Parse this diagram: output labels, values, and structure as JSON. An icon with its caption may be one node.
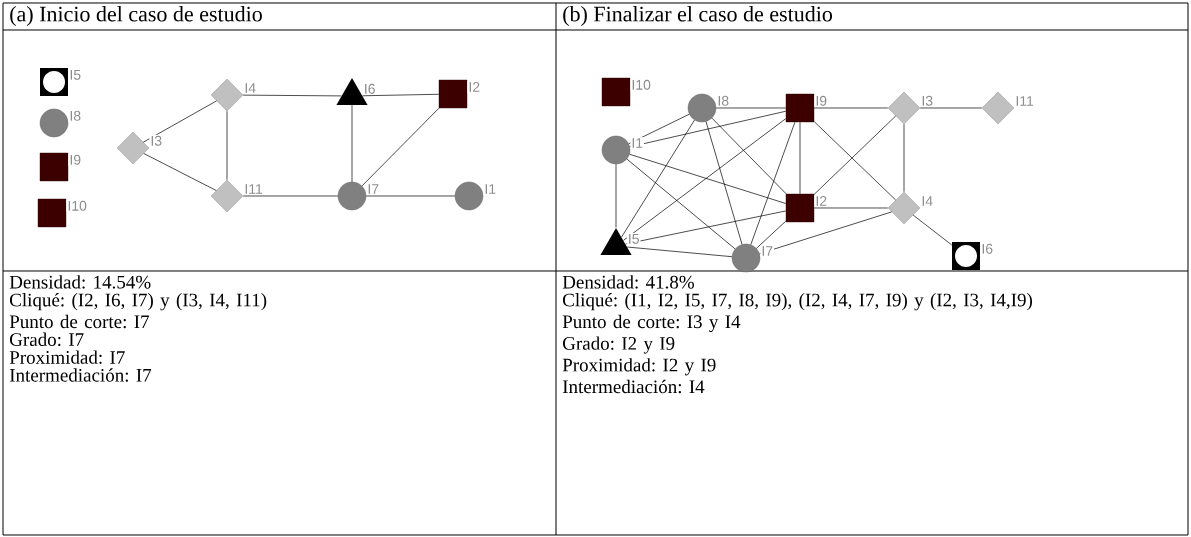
{
  "diagram": {
    "nodes": [
      {
        "text": [],
        "shape": "ring",
        "beside": [
          "I5"
        ]
      },
      {
        "text": [],
        "shape": "circle",
        "beside": [
          "I8"
        ]
      },
      {
        "text": [],
        "shape": "square",
        "beside": [
          "I9"
        ]
      },
      {
        "text": [],
        "shape": "square",
        "beside": [
          "I10"
        ]
      },
      {
        "text": [],
        "shape": "diamond",
        "beside": [
          "I3"
        ]
      },
      {
        "text": [],
        "shape": "diamond",
        "beside": [
          "I4"
        ]
      },
      {
        "text": [],
        "shape": "diamond",
        "beside": [
          "I11"
        ]
      },
      {
        "text": [],
        "shape": "triangle",
        "beside": [
          "I6"
        ]
      },
      {
        "text": [],
        "shape": "square",
        "beside": [
          "I2"
        ]
      },
      {
        "text": [],
        "shape": "circle",
        "beside": [
          "I7"
        ]
      },
      {
        "text": [],
        "shape": "circle",
        "beside": [
          "I1"
        ]
      },
      {
        "text": [],
        "shape": "square",
        "beside": [
          "I10"
        ]
      },
      {
        "text": [],
        "shape": "circle",
        "beside": [
          "I8"
        ]
      },
      {
        "text": [],
        "shape": "square",
        "beside": [
          "I9"
        ]
      },
      {
        "text": [],
        "shape": "diamond",
        "beside": [
          "I3"
        ]
      },
      {
        "text": [],
        "shape": "diamond",
        "beside": [
          "I11"
        ]
      },
      {
        "text": [],
        "shape": "circle",
        "beside": [
          "I1"
        ]
      },
      {
        "text": [],
        "shape": "square",
        "beside": [
          "I2"
        ]
      },
      {
        "text": [],
        "shape": "diamond",
        "beside": [
          "I4"
        ]
      },
      {
        "text": [],
        "shape": "triangle",
        "beside": [
          "I5"
        ]
      },
      {
        "text": [],
        "shape": "circle",
        "beside": [
          "I7"
        ]
      },
      {
        "text": [],
        "shape": "ring",
        "beside": [
          "I6"
        ]
      }
    ],
    "edges": [
      {
        "from": 4,
        "to": 5,
        "arrow": "none"
      },
      {
        "from": 4,
        "to": 6,
        "arrow": "none"
      },
      {
        "from": 5,
        "to": 6,
        "arrow": "none"
      },
      {
        "from": 5,
        "to": 7,
        "arrow": "none"
      },
      {
        "from": 7,
        "to": 8,
        "arrow": "none"
      },
      {
        "from": 7,
        "to": 9,
        "arrow": "none"
      },
      {
        "from": 8,
        "to": 9,
        "arrow": "none"
      },
      {
        "from": 6,
        "to": 9,
        "arrow": "none"
      },
      {
        "from": 9,
        "to": 10,
        "arrow": "none"
      },
      {
        "from": 16,
        "to": 17,
        "arrow": "none"
      },
      {
        "from": 16,
        "to": 19,
        "arrow": "none"
      },
      {
        "from": 16,
        "to": 20,
        "arrow": "none"
      },
      {
        "from": 16,
        "to": 12,
        "arrow": "none"
      },
      {
        "from": 16,
        "to": 13,
        "arrow": "none"
      },
      {
        "from": 17,
        "to": 19,
        "arrow": "none"
      },
      {
        "from": 17,
        "to": 20,
        "arrow": "none"
      },
      {
        "from": 17,
        "to": 12,
        "arrow": "none"
      },
      {
        "from": 17,
        "to": 13,
        "arrow": "none"
      },
      {
        "from": 19,
        "to": 20,
        "arrow": "none"
      },
      {
        "from": 19,
        "to": 12,
        "arrow": "none"
      },
      {
        "from": 19,
        "to": 13,
        "arrow": "none"
      },
      {
        "from": 20,
        "to": 12,
        "arrow": "none"
      },
      {
        "from": 20,
        "to": 13,
        "arrow": "none"
      },
      {
        "from": 12,
        "to": 13,
        "arrow": "none"
      },
      {
        "from": 13,
        "to": 18,
        "arrow": "none"
      },
      {
        "from": 17,
        "to": 18,
        "arrow": "none"
      },
      {
        "from": 20,
        "to": 18,
        "arrow": "none"
      },
      {
        "from": 13,
        "to": 14,
        "arrow": "none"
      },
      {
        "from": 17,
        "to": 14,
        "arrow": "none"
      },
      {
        "from": 14,
        "to": 18,
        "arrow": "none"
      },
      {
        "from": 14,
        "to": 15,
        "arrow": "none"
      },
      {
        "from": 18,
        "to": 21,
        "arrow": "none"
      }
    ],
    "labels": [
      "(a) Inicio del caso de estudio",
      "(b) Finalizar el caso de estudio",
      "Densidad: 14.54%",
      "Cliqué: (I2, I6, I7) y (I3, I4, I11)",
      "Punto de corte: I7",
      "Grado: I7",
      "Proximidad: I7",
      "Intermediación: I7",
      "Densidad: 41.8%",
      "Cliqué: (I1, I2, I5, I7, I8, I9), (I2, I4, I7, I9) y (I2, I3, I4,I9)",
      "Punto de corte: I3 y I4",
      "Grado: I2 y I9",
      "Proximidad: I2 y I9",
      "Intermediación: I4"
    ]
  }
}
